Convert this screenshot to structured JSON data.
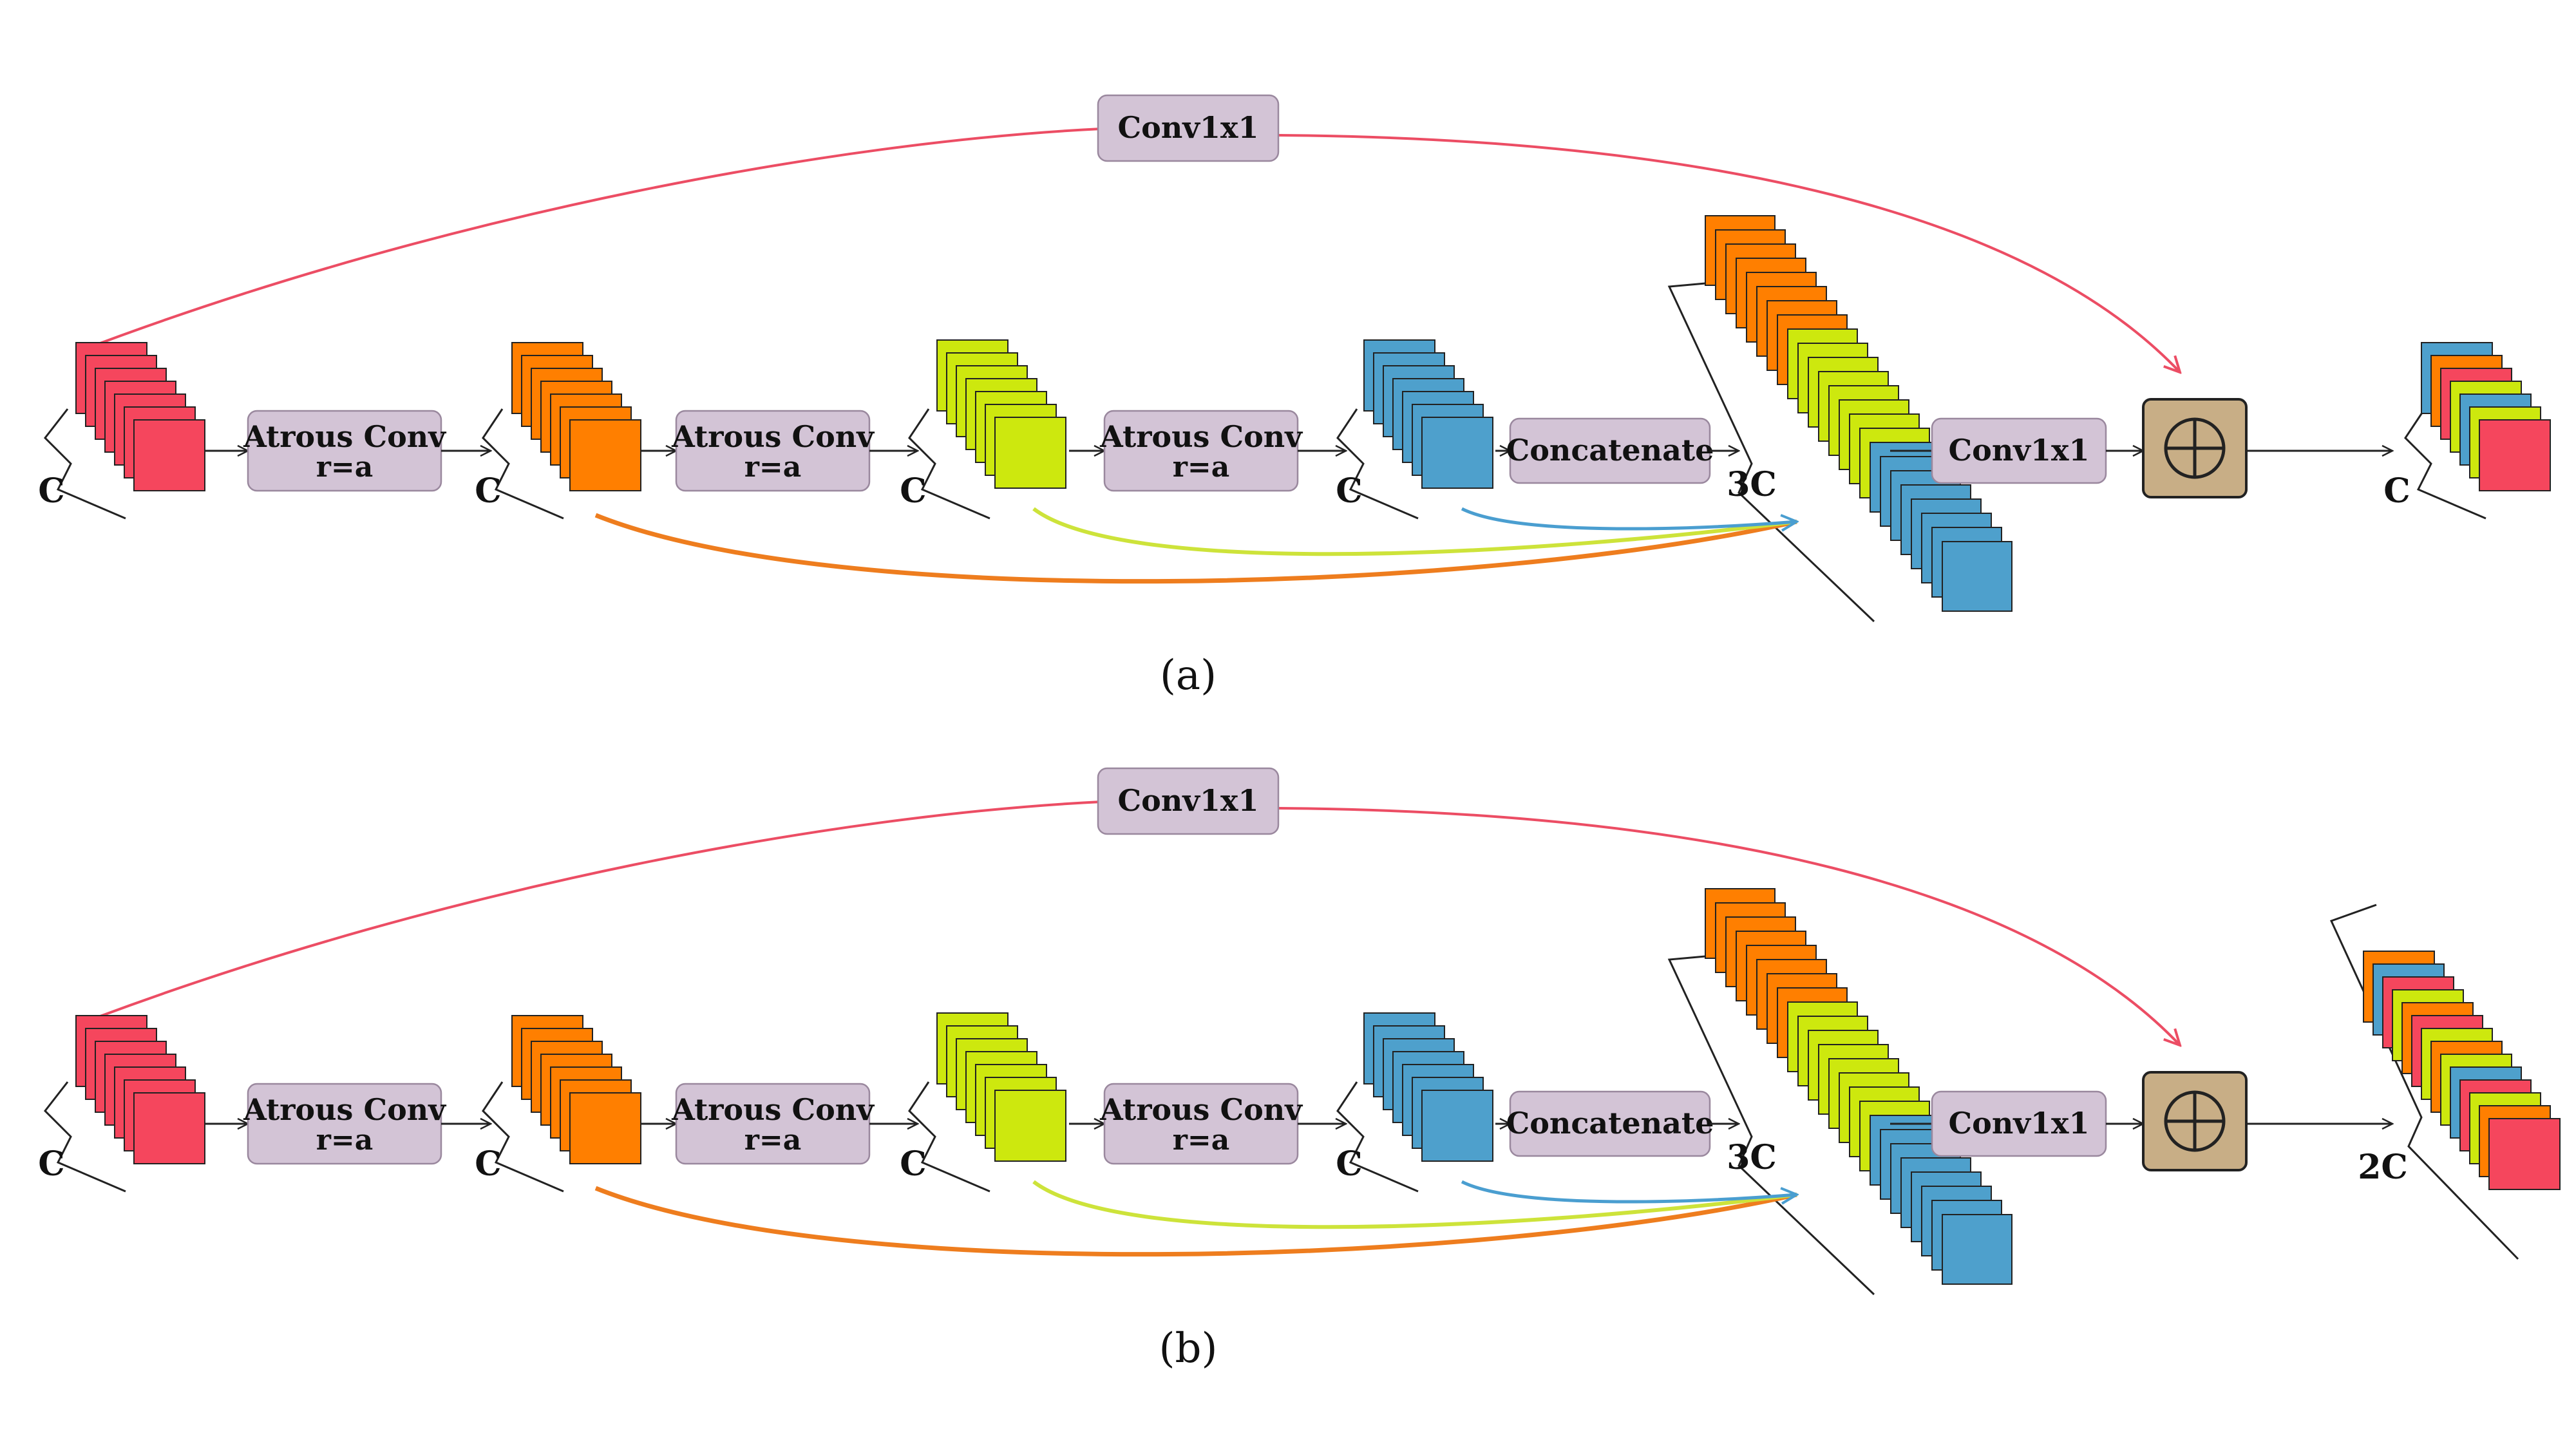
{
  "colors": {
    "red": "#f5465d",
    "orange": "#ff7f00",
    "lime": "#cde80e",
    "blue": "#4ea0cc",
    "box_fill": "#d3c4d6",
    "box_stroke": "#9a889e",
    "add_fill": "#c8ae86",
    "skip_line": "#ec4d64",
    "orange_line": "#ee7d1e",
    "lime_line": "#cde33a",
    "blue_line": "#4a9ed0"
  },
  "panels": [
    {
      "caption": "(a)",
      "skip_label": "Conv1x1",
      "input_label": "C",
      "conv1": {
        "line1": "Atrous Conv",
        "line2": "r=a"
      },
      "feat1_label": "C",
      "conv2": {
        "line1": "Atrous Conv",
        "line2": "r=a"
      },
      "feat2_label": "C",
      "conv3": {
        "line1": "Atrous Conv",
        "line2": "r=a"
      },
      "feat3_label": "C",
      "concat_label": "Concatenate",
      "concat_dim": "3C",
      "out_conv": "Conv1x1",
      "add_icon": "circle-plus-icon",
      "output_label": "C"
    },
    {
      "caption": "(b)",
      "skip_label": "Conv1x1",
      "input_label": "C",
      "conv1": {
        "line1": "Atrous Conv",
        "line2": "r=a"
      },
      "feat1_label": "C",
      "conv2": {
        "line1": "Atrous Conv",
        "line2": "r=a"
      },
      "feat2_label": "C",
      "conv3": {
        "line1": "Atrous Conv",
        "line2": "r=a"
      },
      "feat3_label": "C",
      "concat_label": "Concatenate",
      "concat_dim": "3C",
      "out_conv": "Conv1x1",
      "add_icon": "circle-plus-icon",
      "output_label": "2C"
    }
  ]
}
